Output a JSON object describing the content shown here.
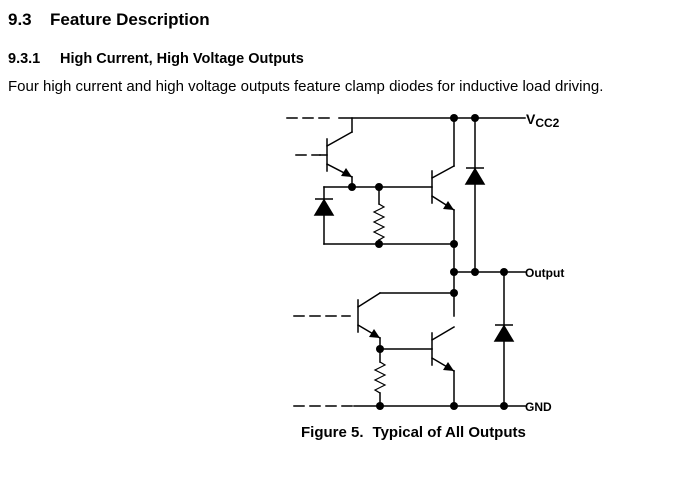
{
  "section": {
    "number": "9.3",
    "title": "Feature Description"
  },
  "subsection": {
    "number": "9.3.1",
    "title": "High Current, High Voltage Outputs"
  },
  "paragraph": "Four high current and high voltage outputs feature clamp diodes for inductive load driving.",
  "figure": {
    "labels": {
      "vcc_main": "V",
      "vcc_sub": "CC2",
      "output": "Output",
      "gnd": "GND"
    },
    "caption_label": "Figure 5.",
    "caption_text": "Typical of All Outputs"
  }
}
